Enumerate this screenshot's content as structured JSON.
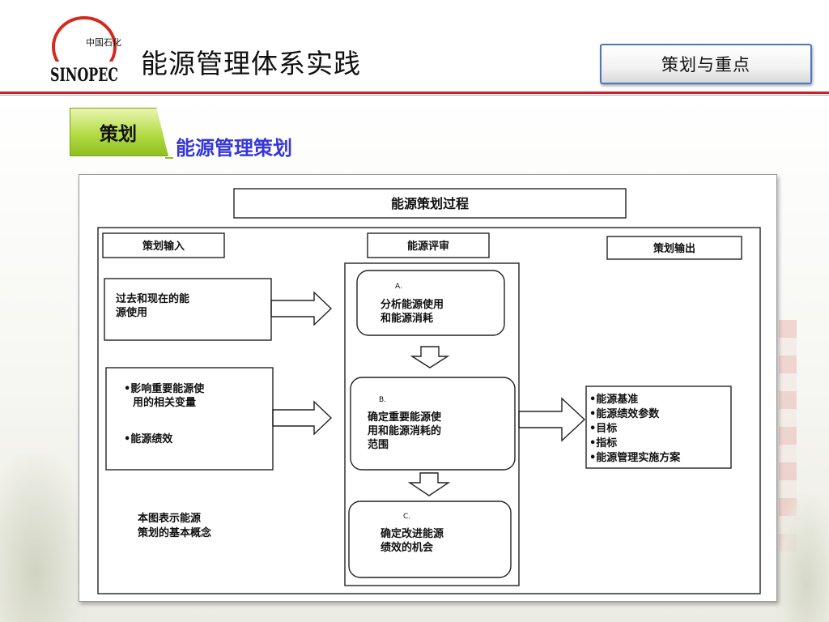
{
  "header": {
    "logo_text_top": "中国石化",
    "logo_text_brand": "SINOPEC",
    "title": "能源管理体系实践",
    "tag": "策划与重点"
  },
  "section": {
    "tab_label": "策划",
    "subtitle": "能源管理策划"
  },
  "diagram": {
    "title": "能源策划过程",
    "input_header": "策划输入",
    "review_header": "能源评审",
    "output_header": "策划输出",
    "input_box1": [
      "过去和现在的能",
      "源使用"
    ],
    "input_box2_item1": [
      "•影响重要能源使",
      "用的相关变量"
    ],
    "input_box2_item2": "•能源绩效",
    "note": [
      "本图表示能源",
      "策划的基本概念"
    ],
    "step_a": {
      "letter": "A.",
      "lines": [
        "分析能源使用",
        "和能源消耗"
      ]
    },
    "step_b": {
      "letter": "B.",
      "lines": [
        "确定重要能源使",
        "用和能源消耗的",
        "范围"
      ]
    },
    "step_c": {
      "letter": "C.",
      "lines": [
        "确定改进能源",
        "绩效的机会"
      ]
    },
    "outputs": [
      "•能源基准",
      "•能源绩效参数",
      "•目标",
      "•指标",
      "•能源管理实施方案"
    ]
  },
  "colors": {
    "red_line": "#c8202a",
    "subtitle_blue": "#3737d8",
    "tab_green": "#b5dc45",
    "tag_border": "#4a78c0"
  }
}
